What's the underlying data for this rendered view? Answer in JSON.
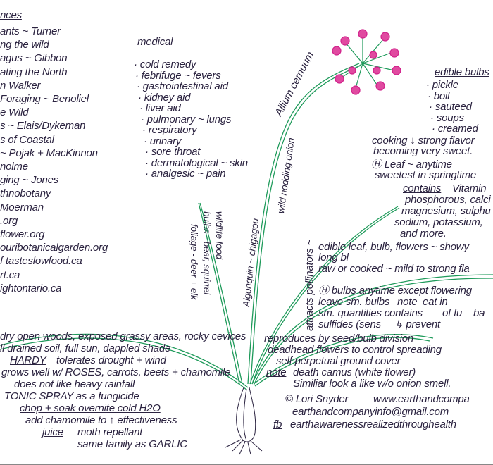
{
  "references": {
    "heading": "nces",
    "items": [
      "ants ~ Turner",
      "ng the wild",
      "agus ~ Gibbon",
      "ating the North",
      "n Walker",
      "Foraging ~ Benoliel",
      "e Wild",
      "s ~ Elais/Dykeman",
      "s of Coastal",
      "~ Pojak + MacKinnon",
      "nolme",
      "ging ~ Jones",
      "thnobotany",
      "Moerman",
      ".org",
      "flower.org",
      "ouribotanicalgarden.org",
      "f tasteslowfood.ca",
      "rt.ca",
      "ightontario.ca"
    ]
  },
  "medical": {
    "heading": "medical",
    "items": [
      "cold remedy",
      "febrifuge ~ fevers",
      "gastrointestinal aid",
      "kidney aid",
      "liver aid",
      "pulmonary ~ lungs",
      "respiratory",
      "urinary",
      "sore throat",
      "dermatological ~ skin",
      "analgesic ~ pain"
    ]
  },
  "edible_bulbs": {
    "heading": "edible bulbs",
    "items": [
      "pickle",
      "boil",
      "sauteed",
      "soups",
      "creamed"
    ],
    "cooking": [
      "cooking ↓ strong flavor",
      "becoming very sweet."
    ],
    "leaf": [
      "Ⓗ Leaf ~ anytime",
      "sweetest in springtime"
    ],
    "contains_label": "contains",
    "contains": [
      "Vitamin",
      "phosphorous, calci",
      "magnesium, sulphu",
      "sodium, potassium,",
      "and more."
    ]
  },
  "plant": {
    "latin": "Allium cernuum",
    "common": "wild nodding onion",
    "algonquin": "Algonquin ~ chigagou",
    "wildlife": "wildlife food",
    "bulbs_bear": "bulbs - bear, squirrel",
    "foliage": "foliage - deer + elk",
    "pollinators": "attracts pollinators ~",
    "edible": "edible leaf, bulb, flowers ~ showy long bl",
    "raw": "raw or cooked ~ mild to strong fla",
    "bulbs_anytime": "Ⓗ bulbs anytime except flowering",
    "leave_sm": "leave sm. bulbs",
    "note": "note",
    "eat_in": "eat in",
    "quantities": "sm. quantities contains",
    "sulfides": "sulfides (sens",
    "prevent": "↳ prevent",
    "of_fu": "of fu",
    "ba": "ba",
    "reproduces": "reproduces by seed/bulb division",
    "deadhead": "deadhead flowers to control spreading",
    "self": "self perpetual ground cover",
    "note2": "note",
    "death": "death camus (white flower)",
    "similar": "Similiar look a like w/o onion smell."
  },
  "growing": {
    "lines": [
      "dry open woods, exposed grassy areas, rocky cevices",
      "ll drained soil, full sun, dappled shade",
      "HARDY",
      "tolerates drought + wind",
      "grows well w/ ROSES, carrots, beets + chamomile",
      "does not like heavy rainfall",
      "TONIC SPRAY as a fungicide",
      "chop + soak overnite cold H2O",
      "add chamomile to ↑ effectiveness",
      "juice",
      "moth repellant",
      "same family as GARLIC"
    ]
  },
  "credits": {
    "author": "© Lori Snyder",
    "website": "www.earthandcompa",
    "email": "earthandcompanyinfo@gmail.com",
    "fb_label": "fb",
    "fb": "earthawarenessrealizedthroughealth"
  },
  "colors": {
    "ink": "#2b2340",
    "leaf": "#1e9a5a",
    "flower": "#d0208a"
  }
}
